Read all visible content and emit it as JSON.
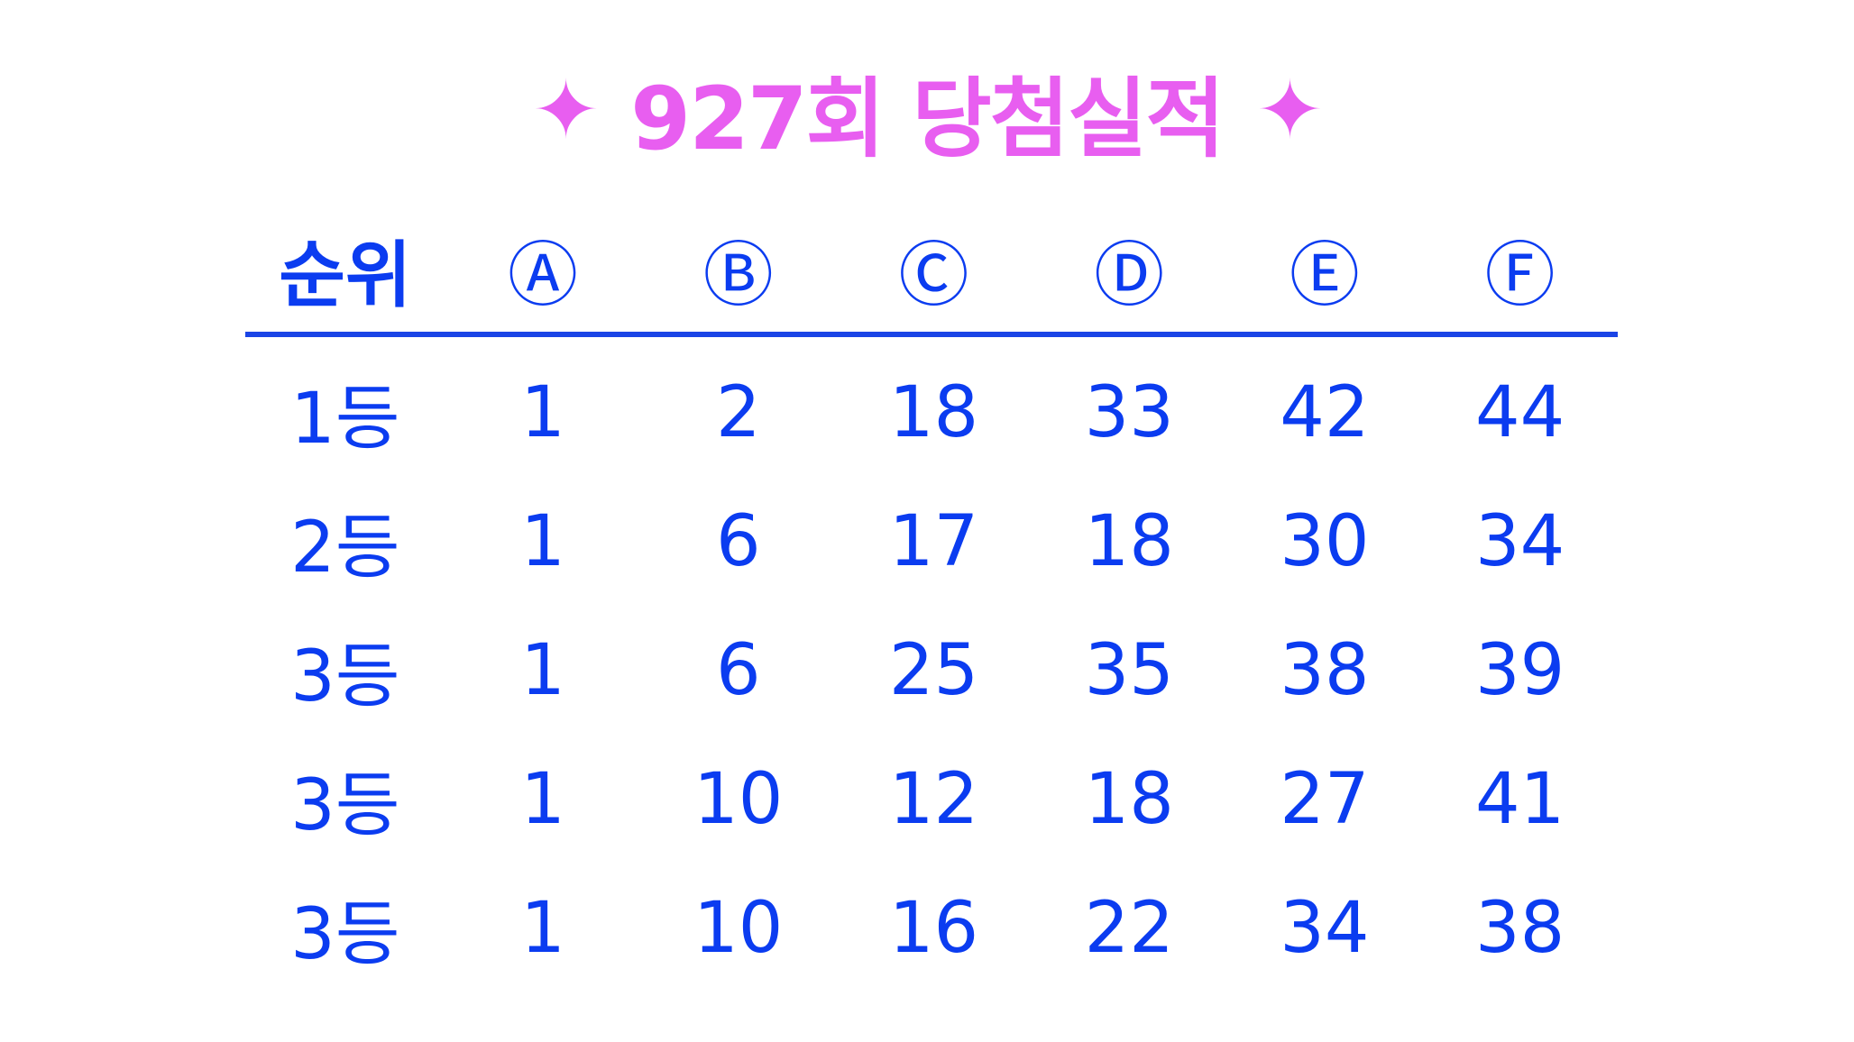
{
  "title": {
    "left_symbol": "✦",
    "text": "927회 당첨실적",
    "right_symbol": "✦",
    "color": "#e85ef0"
  },
  "table": {
    "accent_color": "#0b3cf0",
    "headers": [
      "순위",
      "Ⓐ",
      "Ⓑ",
      "Ⓒ",
      "Ⓓ",
      "Ⓔ",
      "Ⓕ"
    ],
    "rows": [
      [
        "1등",
        "1",
        "2",
        "18",
        "33",
        "42",
        "44"
      ],
      [
        "2등",
        "1",
        "6",
        "17",
        "18",
        "30",
        "34"
      ],
      [
        "3등",
        "1",
        "6",
        "25",
        "35",
        "38",
        "39"
      ],
      [
        "3등",
        "1",
        "10",
        "12",
        "18",
        "27",
        "41"
      ],
      [
        "3등",
        "1",
        "10",
        "16",
        "22",
        "34",
        "38"
      ]
    ]
  }
}
